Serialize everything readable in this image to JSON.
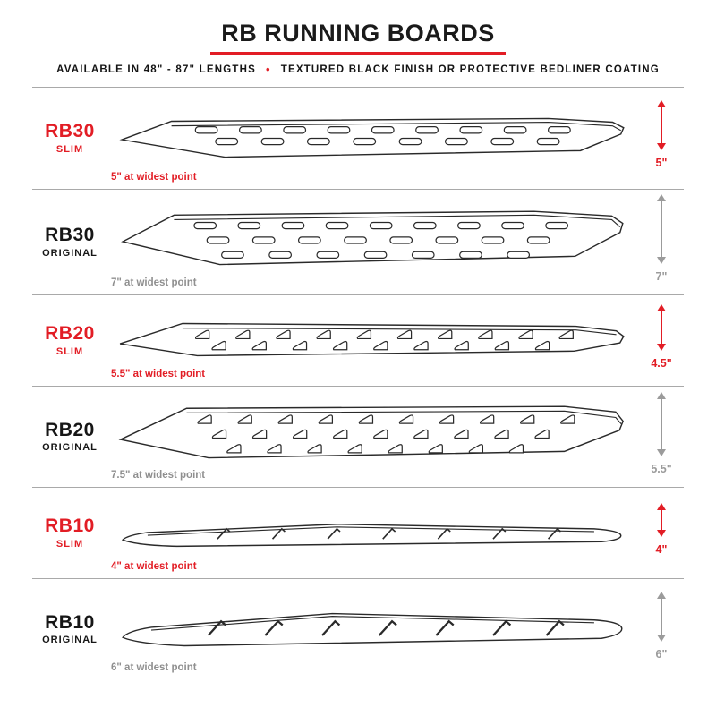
{
  "header": {
    "title": "RB RUNNING BOARDS",
    "availability": "AVAILABLE IN 48\" - 87\" LENGTHS",
    "separator": "•",
    "finish": "TEXTURED BLACK FINISH OR PROTECTIVE BEDLINER COATING"
  },
  "colors": {
    "accent_red": "#e21d25",
    "dark_text": "#1a1a1a",
    "muted_gray": "#8f8f8f",
    "divider_gray": "#a9a9a9",
    "line_art": "#2a2a2a"
  },
  "rows": [
    {
      "model": "RB30",
      "variant": "SLIM",
      "widest": "5\" at widest point",
      "height": "5\""
    },
    {
      "model": "RB30",
      "variant": "ORIGINAL",
      "widest": "7\" at widest point",
      "height": "7\""
    },
    {
      "model": "RB20",
      "variant": "SLIM",
      "widest": "5.5\" at widest point",
      "height": "4.5\""
    },
    {
      "model": "RB20",
      "variant": "ORIGINAL",
      "widest": "7.5\" at widest point",
      "height": "5.5\""
    },
    {
      "model": "RB10",
      "variant": "SLIM",
      "widest": "4\" at widest point",
      "height": "4\""
    },
    {
      "model": "RB10",
      "variant": "ORIGINAL",
      "widest": "6\" at widest point",
      "height": "6\""
    }
  ]
}
